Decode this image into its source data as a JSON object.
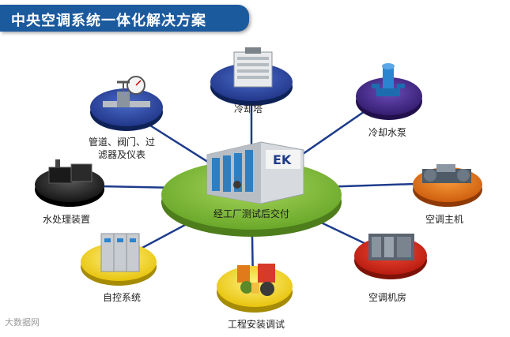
{
  "title": "中央空调系统一体化解决方案",
  "center": {
    "label": "经工厂测试后交付",
    "logo": "EK"
  },
  "nodes": {
    "cooling_tower": "冷却塔",
    "water_pump": "冷却水泵",
    "host": "空调主机",
    "machine_room": "空调机房",
    "installation": "工程安装调试",
    "control": "自控系统",
    "water_treatment": "水处理装置",
    "pipes_line1": "管道、阀门、过",
    "pipes_line2": "滤器及仪表"
  },
  "watermark": "大数据网",
  "colors": {
    "title_bg": "#1c5a9e",
    "center_disc": "#8ac43f",
    "line": "#1e3c8c",
    "disc_blue": "#2f4aa8",
    "disc_purple": "#4a2c8e",
    "disc_orange": "#e8731a",
    "disc_red": "#d42a1a",
    "disc_green": "#6db33f",
    "disc_yellow": "#f2d21a",
    "disc_gray": "#2c2c2c"
  }
}
